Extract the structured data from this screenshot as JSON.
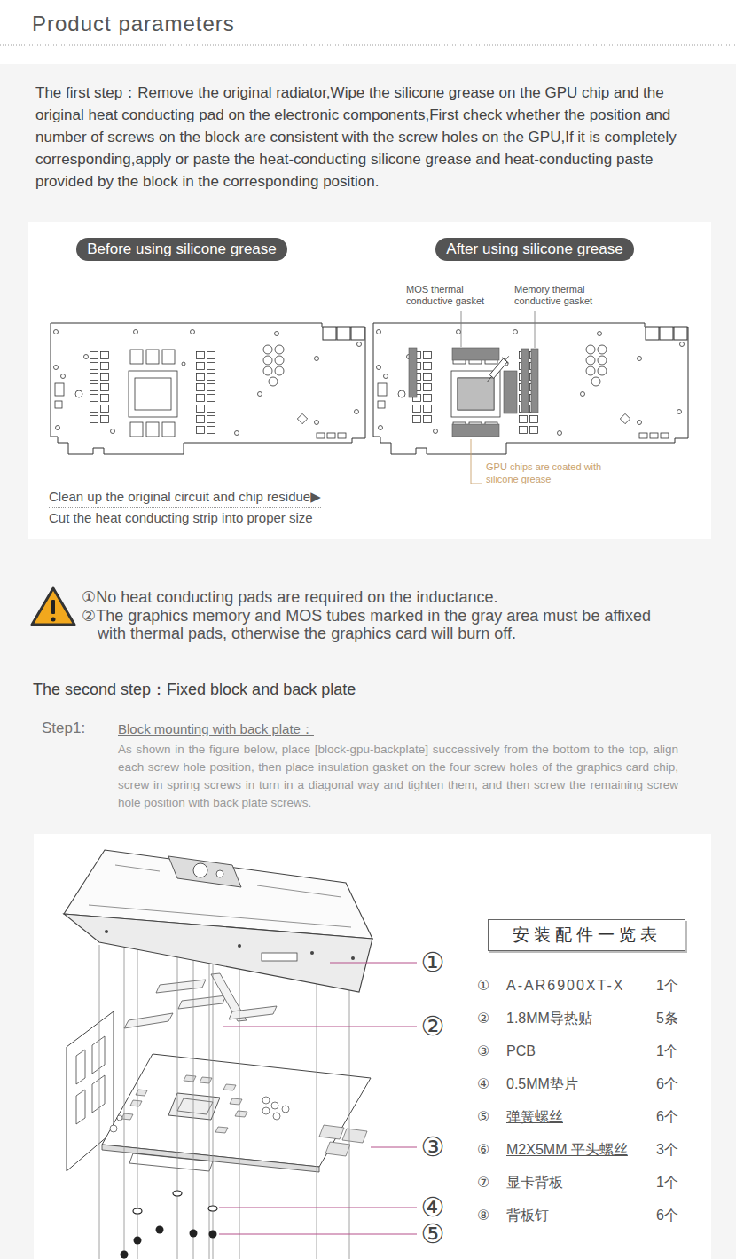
{
  "diagram": {
    "title": "Product parameters",
    "nodes": [
      {
        "text": [
          "Before using silicone grease"
        ]
      },
      {
        "text": [
          "After using silicone grease"
        ]
      },
      {
        "text": [
          "安装配件一览表"
        ]
      }
    ],
    "labels": [
      "The first step：Remove the original radiator,Wipe the silicone grease on the GPU chip and the original heat conducting pad on the electronic components,First check whether the position and number of screws on the block are consistent with the screw holes on the GPU,If it is completely corresponding,apply or paste the heat-conducting silicone grease and heat-conducting paste provided by the block in the corresponding position.",
      "MOS thermal conductive gasket",
      "Memory thermal conductive gasket",
      "GPU chips are coated with silicone grease",
      "Clean up the original circuit and chip residue▶",
      "Cut the heat conducting strip into proper size",
      "①No heat conducting pads are required on the inductance.",
      "②The graphics memory and MOS tubes marked in the gray area must be affixed with thermal pads, otherwise the graphics card will burn off.",
      "The second step：Fixed block and back plate",
      "Step1:",
      "Block mounting with back plate：",
      "As shown in the figure below, place [block-gpu-backplate] successively from the bottom to the top, align each screw hole position, then place insulation gasket on the four screw holes of the graphics card chip, screw in spring screws in turn in a diagonal way and tighten them, and then screw the remaining screw hole position with back plate screws.",
      "①",
      "②",
      "③",
      "④",
      "⑤",
      "①",
      "A-AR6900XT-X",
      "1个",
      "②",
      "1.8MM导热贴",
      "5条",
      "③",
      "PCB",
      "1个",
      "④",
      "0.5MM垫片",
      "6个",
      "⑤",
      "弹簧螺丝",
      "6个",
      "⑥",
      "M2X5MM 平头螺丝",
      "3个",
      "⑦",
      "显卡背板",
      "1个",
      "⑧",
      "背板钉",
      "6个"
    ]
  }
}
